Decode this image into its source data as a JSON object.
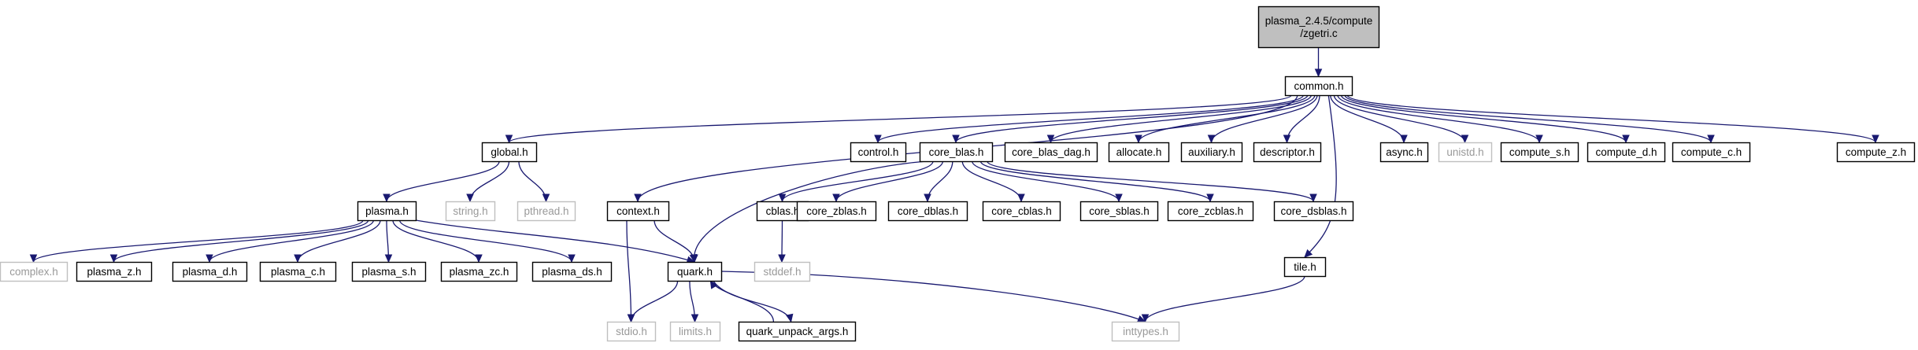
{
  "colors": {
    "edge": "#191970",
    "root_fill": "#bfbfbf",
    "node_border": "#000000",
    "external_border": "#bfbfbf",
    "external_text": "#999999",
    "text": "#000000"
  },
  "nodes": [
    {
      "id": "root",
      "label": [
        "plasma_2.4.5/compute",
        "/zgetri.c"
      ],
      "style": "root"
    },
    {
      "id": "common",
      "label": [
        "common.h"
      ],
      "style": "normal"
    },
    {
      "id": "global",
      "label": [
        "global.h"
      ],
      "style": "normal"
    },
    {
      "id": "context",
      "label": [
        "context.h"
      ],
      "style": "normal"
    },
    {
      "id": "control",
      "label": [
        "control.h"
      ],
      "style": "normal"
    },
    {
      "id": "core_blas",
      "label": [
        "core_blas.h"
      ],
      "style": "normal"
    },
    {
      "id": "core_blas_dag",
      "label": [
        "core_blas_dag.h"
      ],
      "style": "normal"
    },
    {
      "id": "allocate",
      "label": [
        "allocate.h"
      ],
      "style": "normal"
    },
    {
      "id": "auxiliary",
      "label": [
        "auxiliary.h"
      ],
      "style": "normal"
    },
    {
      "id": "descriptor",
      "label": [
        "descriptor.h"
      ],
      "style": "normal"
    },
    {
      "id": "tile",
      "label": [
        "tile.h"
      ],
      "style": "normal"
    },
    {
      "id": "async",
      "label": [
        "async.h"
      ],
      "style": "normal"
    },
    {
      "id": "unistd",
      "label": [
        "unistd.h"
      ],
      "style": "external"
    },
    {
      "id": "compute_s",
      "label": [
        "compute_s.h"
      ],
      "style": "normal"
    },
    {
      "id": "compute_d",
      "label": [
        "compute_d.h"
      ],
      "style": "normal"
    },
    {
      "id": "compute_c",
      "label": [
        "compute_c.h"
      ],
      "style": "normal"
    },
    {
      "id": "compute_z",
      "label": [
        "compute_z.h"
      ],
      "style": "normal"
    },
    {
      "id": "plasma",
      "label": [
        "plasma.h"
      ],
      "style": "normal"
    },
    {
      "id": "string",
      "label": [
        "string.h"
      ],
      "style": "external"
    },
    {
      "id": "pthread",
      "label": [
        "pthread.h"
      ],
      "style": "external"
    },
    {
      "id": "complex",
      "label": [
        "complex.h"
      ],
      "style": "external"
    },
    {
      "id": "plasma_z",
      "label": [
        "plasma_z.h"
      ],
      "style": "normal"
    },
    {
      "id": "plasma_d",
      "label": [
        "plasma_d.h"
      ],
      "style": "normal"
    },
    {
      "id": "plasma_c",
      "label": [
        "plasma_c.h"
      ],
      "style": "normal"
    },
    {
      "id": "plasma_s",
      "label": [
        "plasma_s.h"
      ],
      "style": "normal"
    },
    {
      "id": "plasma_zc",
      "label": [
        "plasma_zc.h"
      ],
      "style": "normal"
    },
    {
      "id": "plasma_ds",
      "label": [
        "plasma_ds.h"
      ],
      "style": "normal"
    },
    {
      "id": "quark",
      "label": [
        "quark.h"
      ],
      "style": "normal"
    },
    {
      "id": "stdio",
      "label": [
        "stdio.h"
      ],
      "style": "external"
    },
    {
      "id": "limits",
      "label": [
        "limits.h"
      ],
      "style": "external"
    },
    {
      "id": "quark_unpack",
      "label": [
        "quark_unpack_args.h"
      ],
      "style": "normal"
    },
    {
      "id": "inttypes",
      "label": [
        "inttypes.h"
      ],
      "style": "external"
    },
    {
      "id": "cblas",
      "label": [
        "cblas.h"
      ],
      "style": "normal"
    },
    {
      "id": "stddef",
      "label": [
        "stddef.h"
      ],
      "style": "external"
    },
    {
      "id": "core_zblas",
      "label": [
        "core_zblas.h"
      ],
      "style": "normal"
    },
    {
      "id": "core_dblas",
      "label": [
        "core_dblas.h"
      ],
      "style": "normal"
    },
    {
      "id": "core_cblas",
      "label": [
        "core_cblas.h"
      ],
      "style": "normal"
    },
    {
      "id": "core_sblas",
      "label": [
        "core_sblas.h"
      ],
      "style": "normal"
    },
    {
      "id": "core_zcblas",
      "label": [
        "core_zcblas.h"
      ],
      "style": "normal"
    },
    {
      "id": "core_dsblas",
      "label": [
        "core_dsblas.h"
      ],
      "style": "normal"
    }
  ],
  "edges": [
    [
      "root",
      "common"
    ],
    [
      "common",
      "global"
    ],
    [
      "common",
      "context"
    ],
    [
      "common",
      "control"
    ],
    [
      "common",
      "core_blas"
    ],
    [
      "common",
      "core_blas_dag"
    ],
    [
      "common",
      "allocate"
    ],
    [
      "common",
      "auxiliary"
    ],
    [
      "common",
      "descriptor"
    ],
    [
      "common",
      "tile"
    ],
    [
      "common",
      "async"
    ],
    [
      "common",
      "unistd"
    ],
    [
      "common",
      "compute_s"
    ],
    [
      "common",
      "compute_d"
    ],
    [
      "common",
      "compute_c"
    ],
    [
      "common",
      "compute_z"
    ],
    [
      "global",
      "plasma"
    ],
    [
      "global",
      "string"
    ],
    [
      "global",
      "pthread"
    ],
    [
      "plasma",
      "complex"
    ],
    [
      "plasma",
      "plasma_z"
    ],
    [
      "plasma",
      "plasma_d"
    ],
    [
      "plasma",
      "plasma_c"
    ],
    [
      "plasma",
      "plasma_s"
    ],
    [
      "plasma",
      "plasma_zc"
    ],
    [
      "plasma",
      "plasma_ds"
    ],
    [
      "plasma",
      "quark"
    ],
    [
      "context",
      "quark"
    ],
    [
      "context",
      "stdio"
    ],
    [
      "core_blas",
      "quark"
    ],
    [
      "core_blas",
      "cblas"
    ],
    [
      "core_blas",
      "core_zblas"
    ],
    [
      "core_blas",
      "core_dblas"
    ],
    [
      "core_blas",
      "core_cblas"
    ],
    [
      "core_blas",
      "core_sblas"
    ],
    [
      "core_blas",
      "core_zcblas"
    ],
    [
      "core_blas",
      "core_dsblas"
    ],
    [
      "cblas",
      "stddef"
    ],
    [
      "quark",
      "stdio"
    ],
    [
      "quark",
      "limits"
    ],
    [
      "quark",
      "quark_unpack"
    ],
    [
      "quark",
      "inttypes"
    ],
    [
      "quark_unpack",
      "quark"
    ],
    [
      "tile",
      "inttypes"
    ]
  ]
}
